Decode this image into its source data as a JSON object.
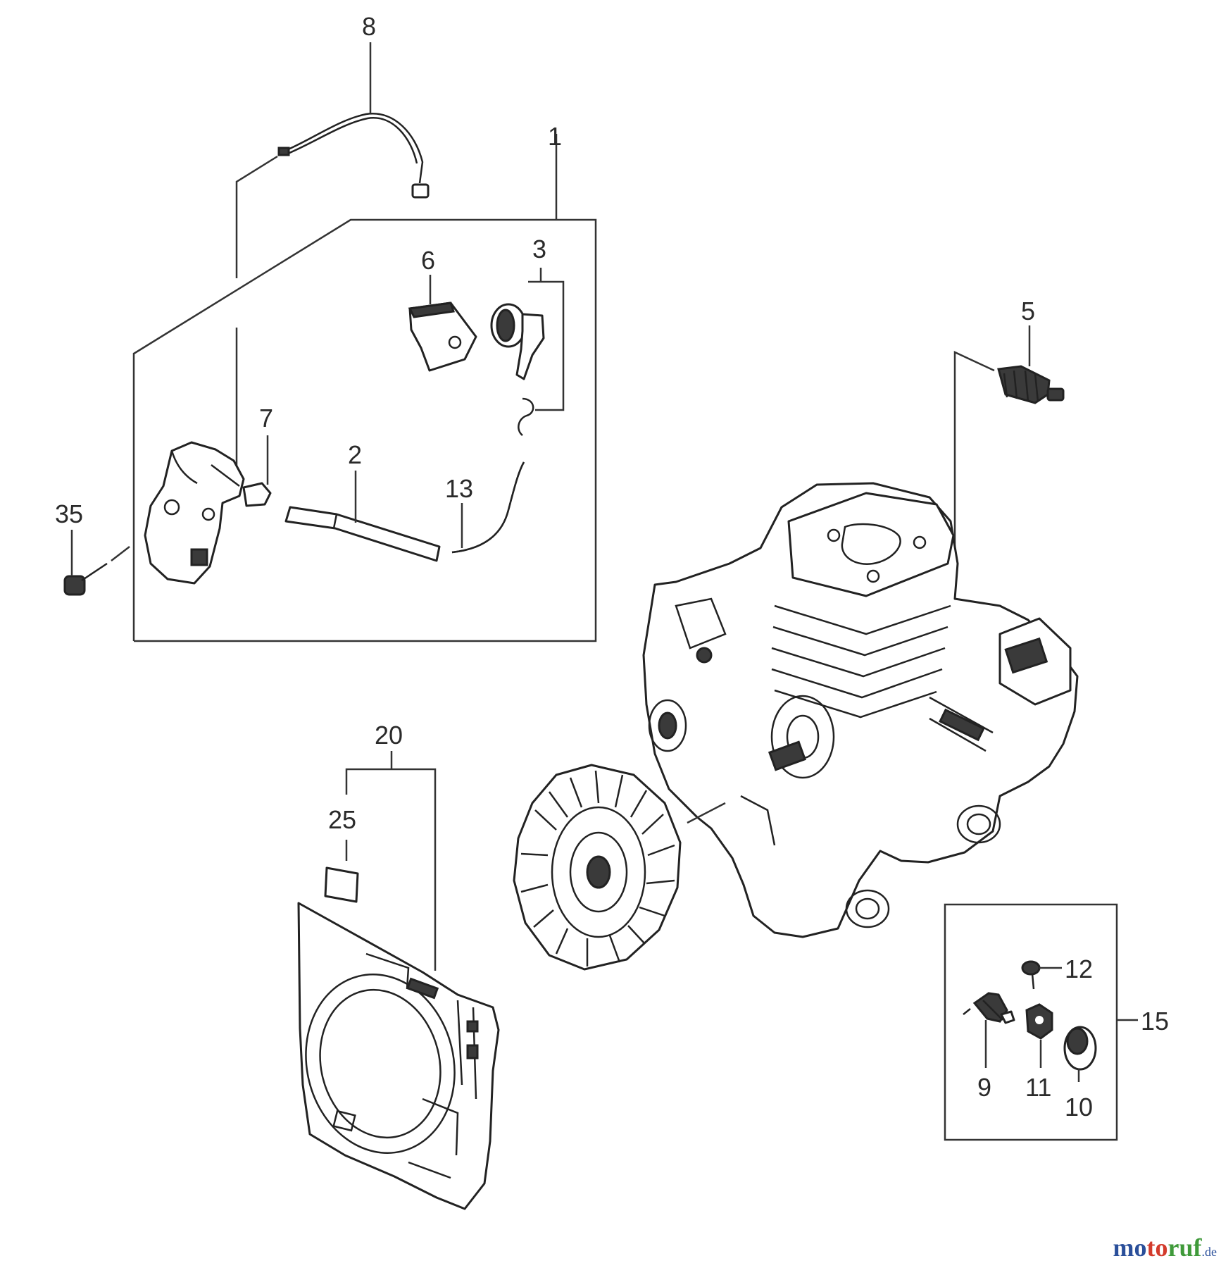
{
  "callouts": {
    "c8": "8",
    "c1": "1",
    "c6": "6",
    "c3": "3",
    "c5": "5",
    "c7": "7",
    "c2": "2",
    "c13": "13",
    "c35": "35",
    "c20": "20",
    "c25": "25",
    "c12": "12",
    "c15": "15",
    "c9": "9",
    "c11": "11",
    "c10": "10"
  },
  "watermark": {
    "part1": "mo",
    "part2": "to",
    "part3": "ruf",
    "tld": ".de"
  }
}
